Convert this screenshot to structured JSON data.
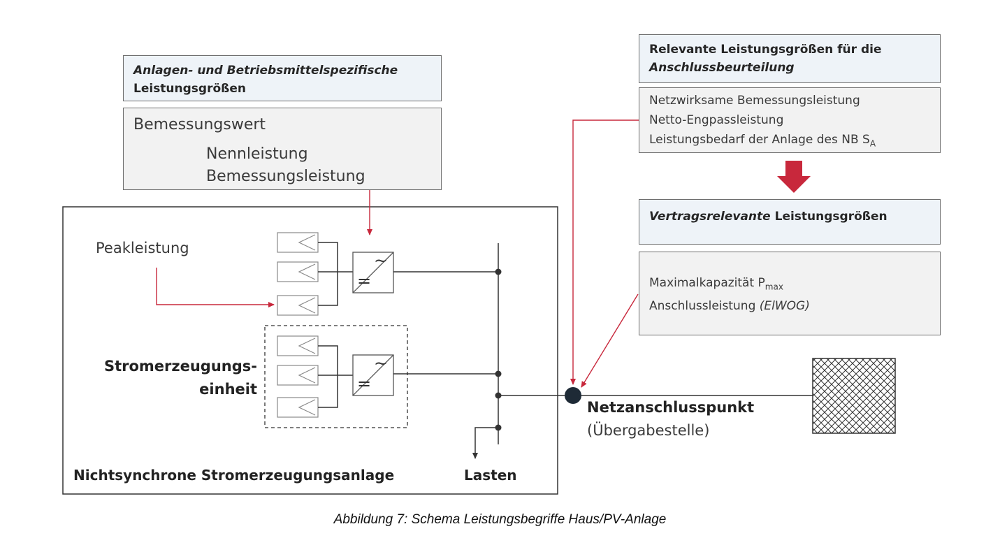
{
  "anlagen_box": {
    "head_line1": "Anlagen- und Betriebsmittelspezifische",
    "head_line2": "Leistungsgrößen",
    "body_title": "Bemessungswert",
    "body_item1": "Nennleistung",
    "body_item2": "Bemessungsleistung"
  },
  "relevante_box": {
    "head_line1": "Relevante Leistungsgrößen für die",
    "head_line2": "Anschlussbeurteilung",
    "body_line1": "Netzwirksame  Bemessungsleistung",
    "body_line2": "Netto-Engpassleistung",
    "body_line3": "Leistungsbedarf der Anlage des NB S",
    "body_line3_sub": "A"
  },
  "vertrags_box": {
    "head_italic": "Vertragsrelevante",
    "head_rest": " Leistungsgrößen",
    "body_line1": "Maximalkapazität P",
    "body_line1_sub": "max",
    "body_line2": "Anschlussleistung ",
    "body_line2_italic": "(ElWOG)"
  },
  "labels": {
    "peakleistung": "Peakleistung",
    "stromerzeugung_line1": "Stromerzeugungs-",
    "stromerzeugung_line2": "einheit",
    "anlage": "Nichtsynchrone Stromerzeugungsanlage",
    "lasten": "Lasten",
    "netzanschluss": "Netzanschlusspunkt",
    "uebergabe": "(Übergabestelle)",
    "inverter_ac": "~",
    "inverter_dc": "="
  },
  "caption": "Abbildung 7: Schema Leistungsbegriffe Haus/PV-Anlage",
  "colors": {
    "accent_red": "#c8283c",
    "line_dark": "#333333",
    "box_head_bg": "#eef3f8",
    "box_body_bg": "#f2f2f2"
  }
}
